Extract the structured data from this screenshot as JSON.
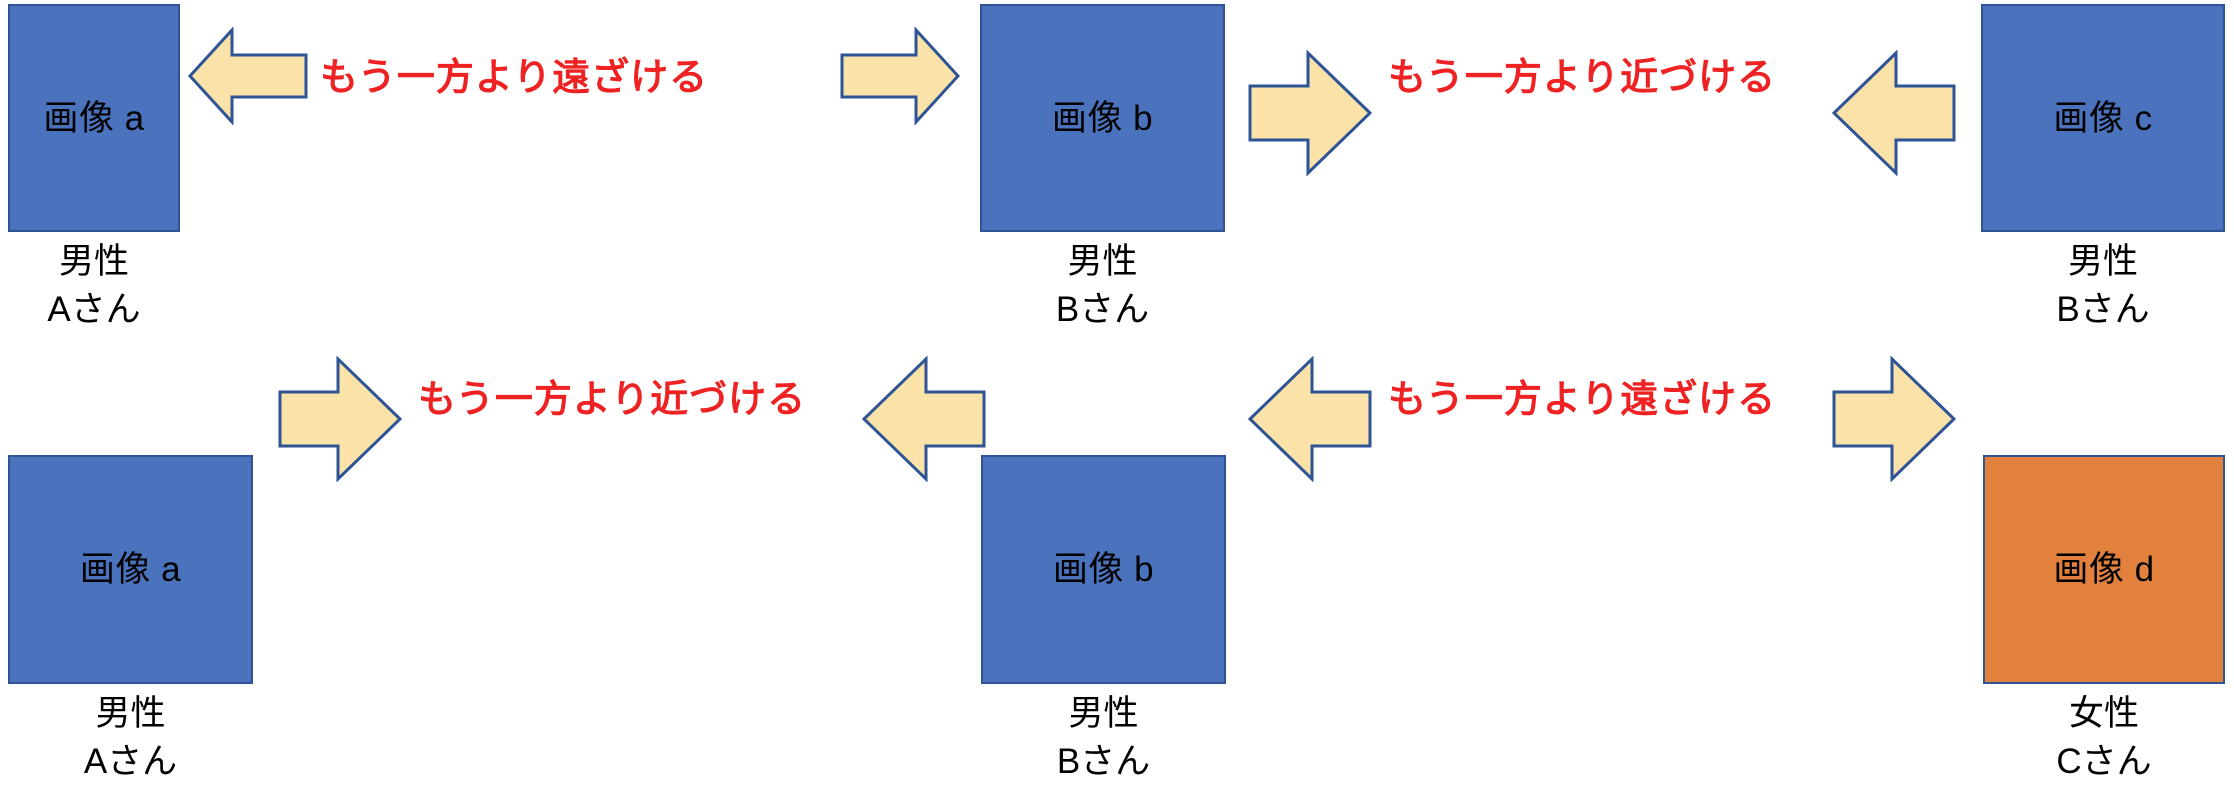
{
  "figure": {
    "colors": {
      "blue_fill": "#4a72bd",
      "orange_fill": "#e1813d",
      "box_border": "#2e5496",
      "arrow_fill": "#fbe2a8",
      "arrow_border": "#2e5496",
      "relation_text": "#ee2222",
      "background": "#ffffff"
    }
  },
  "rows": [
    {
      "id": "row-1",
      "boxes": [
        {
          "id": "box-a-1",
          "label": "画像 a",
          "fill": "blue",
          "caption": [
            "男性",
            "Aさん"
          ]
        },
        {
          "id": "box-b-1",
          "label": "画像 b",
          "fill": "blue",
          "caption": [
            "男性",
            "Bさん"
          ]
        },
        {
          "id": "box-c-1",
          "label": "画像 c",
          "fill": "blue",
          "caption": [
            "男性",
            "Bさん"
          ]
        }
      ],
      "relations": [
        {
          "id": "rel-1-left",
          "text": "もう一方より遠ざける",
          "direction": "outward"
        },
        {
          "id": "rel-1-right",
          "text": "もう一方より近づける",
          "direction": "inward"
        }
      ]
    },
    {
      "id": "row-2",
      "boxes": [
        {
          "id": "box-a-2",
          "label": "画像 a",
          "fill": "blue",
          "caption": [
            "男性",
            "Aさん"
          ]
        },
        {
          "id": "box-b-2",
          "label": "画像 b",
          "fill": "blue",
          "caption": [
            "男性",
            "Bさん"
          ]
        },
        {
          "id": "box-d-2",
          "label": "画像 d",
          "fill": "orange",
          "caption": [
            "女性",
            "Cさん"
          ]
        }
      ],
      "relations": [
        {
          "id": "rel-2-left",
          "text": "もう一方より近づける",
          "direction": "inward"
        },
        {
          "id": "rel-2-right",
          "text": "もう一方より遠ざける",
          "direction": "outward"
        }
      ]
    }
  ]
}
